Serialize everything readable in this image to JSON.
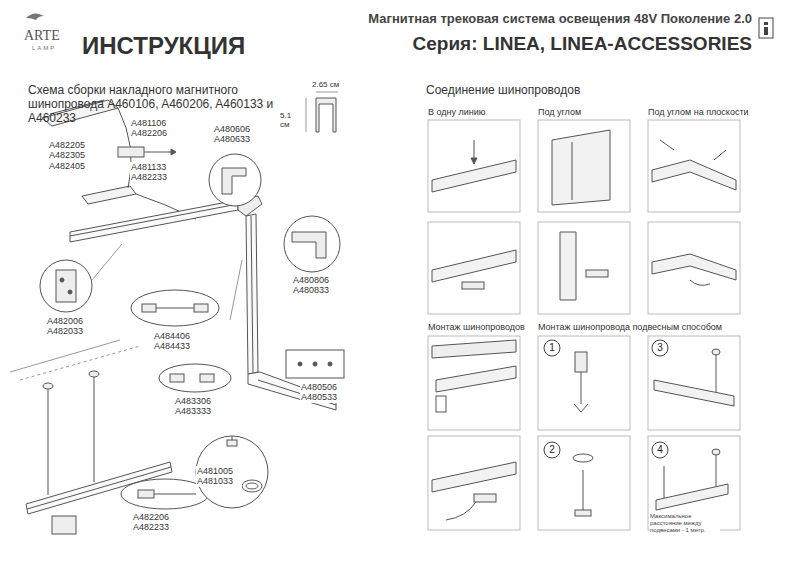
{
  "diagram": {
    "title": "ИНСТРУКЦИЯ",
    "labels": [
      "Магнитная трековая система освещения 48V Поколение 2.0",
      "Серия: LINEA, LINEA-ACCESSORIES",
      "ARTE",
      "LAMP",
      "Схема сборки накладного магнитного шинопровода A460106, A460206, A460133 и A460233",
      "2.65 см",
      "5.1 см",
      "A482205 A482305 A482405",
      "A481106 A482206",
      "A481133 A482233",
      "A480606 A480633",
      "A480806 A480833",
      "A482006 A482033",
      "A484406 A484433",
      "A483306 A483333",
      "A480506 A480533",
      "A482206 A482233",
      "A481005 A481033",
      "Соединение шинопроводов",
      "В одну линию",
      "Под углом",
      "Под углом на плоскости",
      "Монтаж шинопроводов",
      "Монтаж шинопровода подвесным способом",
      "1",
      "2",
      "3",
      "4",
      "Максимальное расстояние между подвесами - 1 метр."
    ]
  }
}
